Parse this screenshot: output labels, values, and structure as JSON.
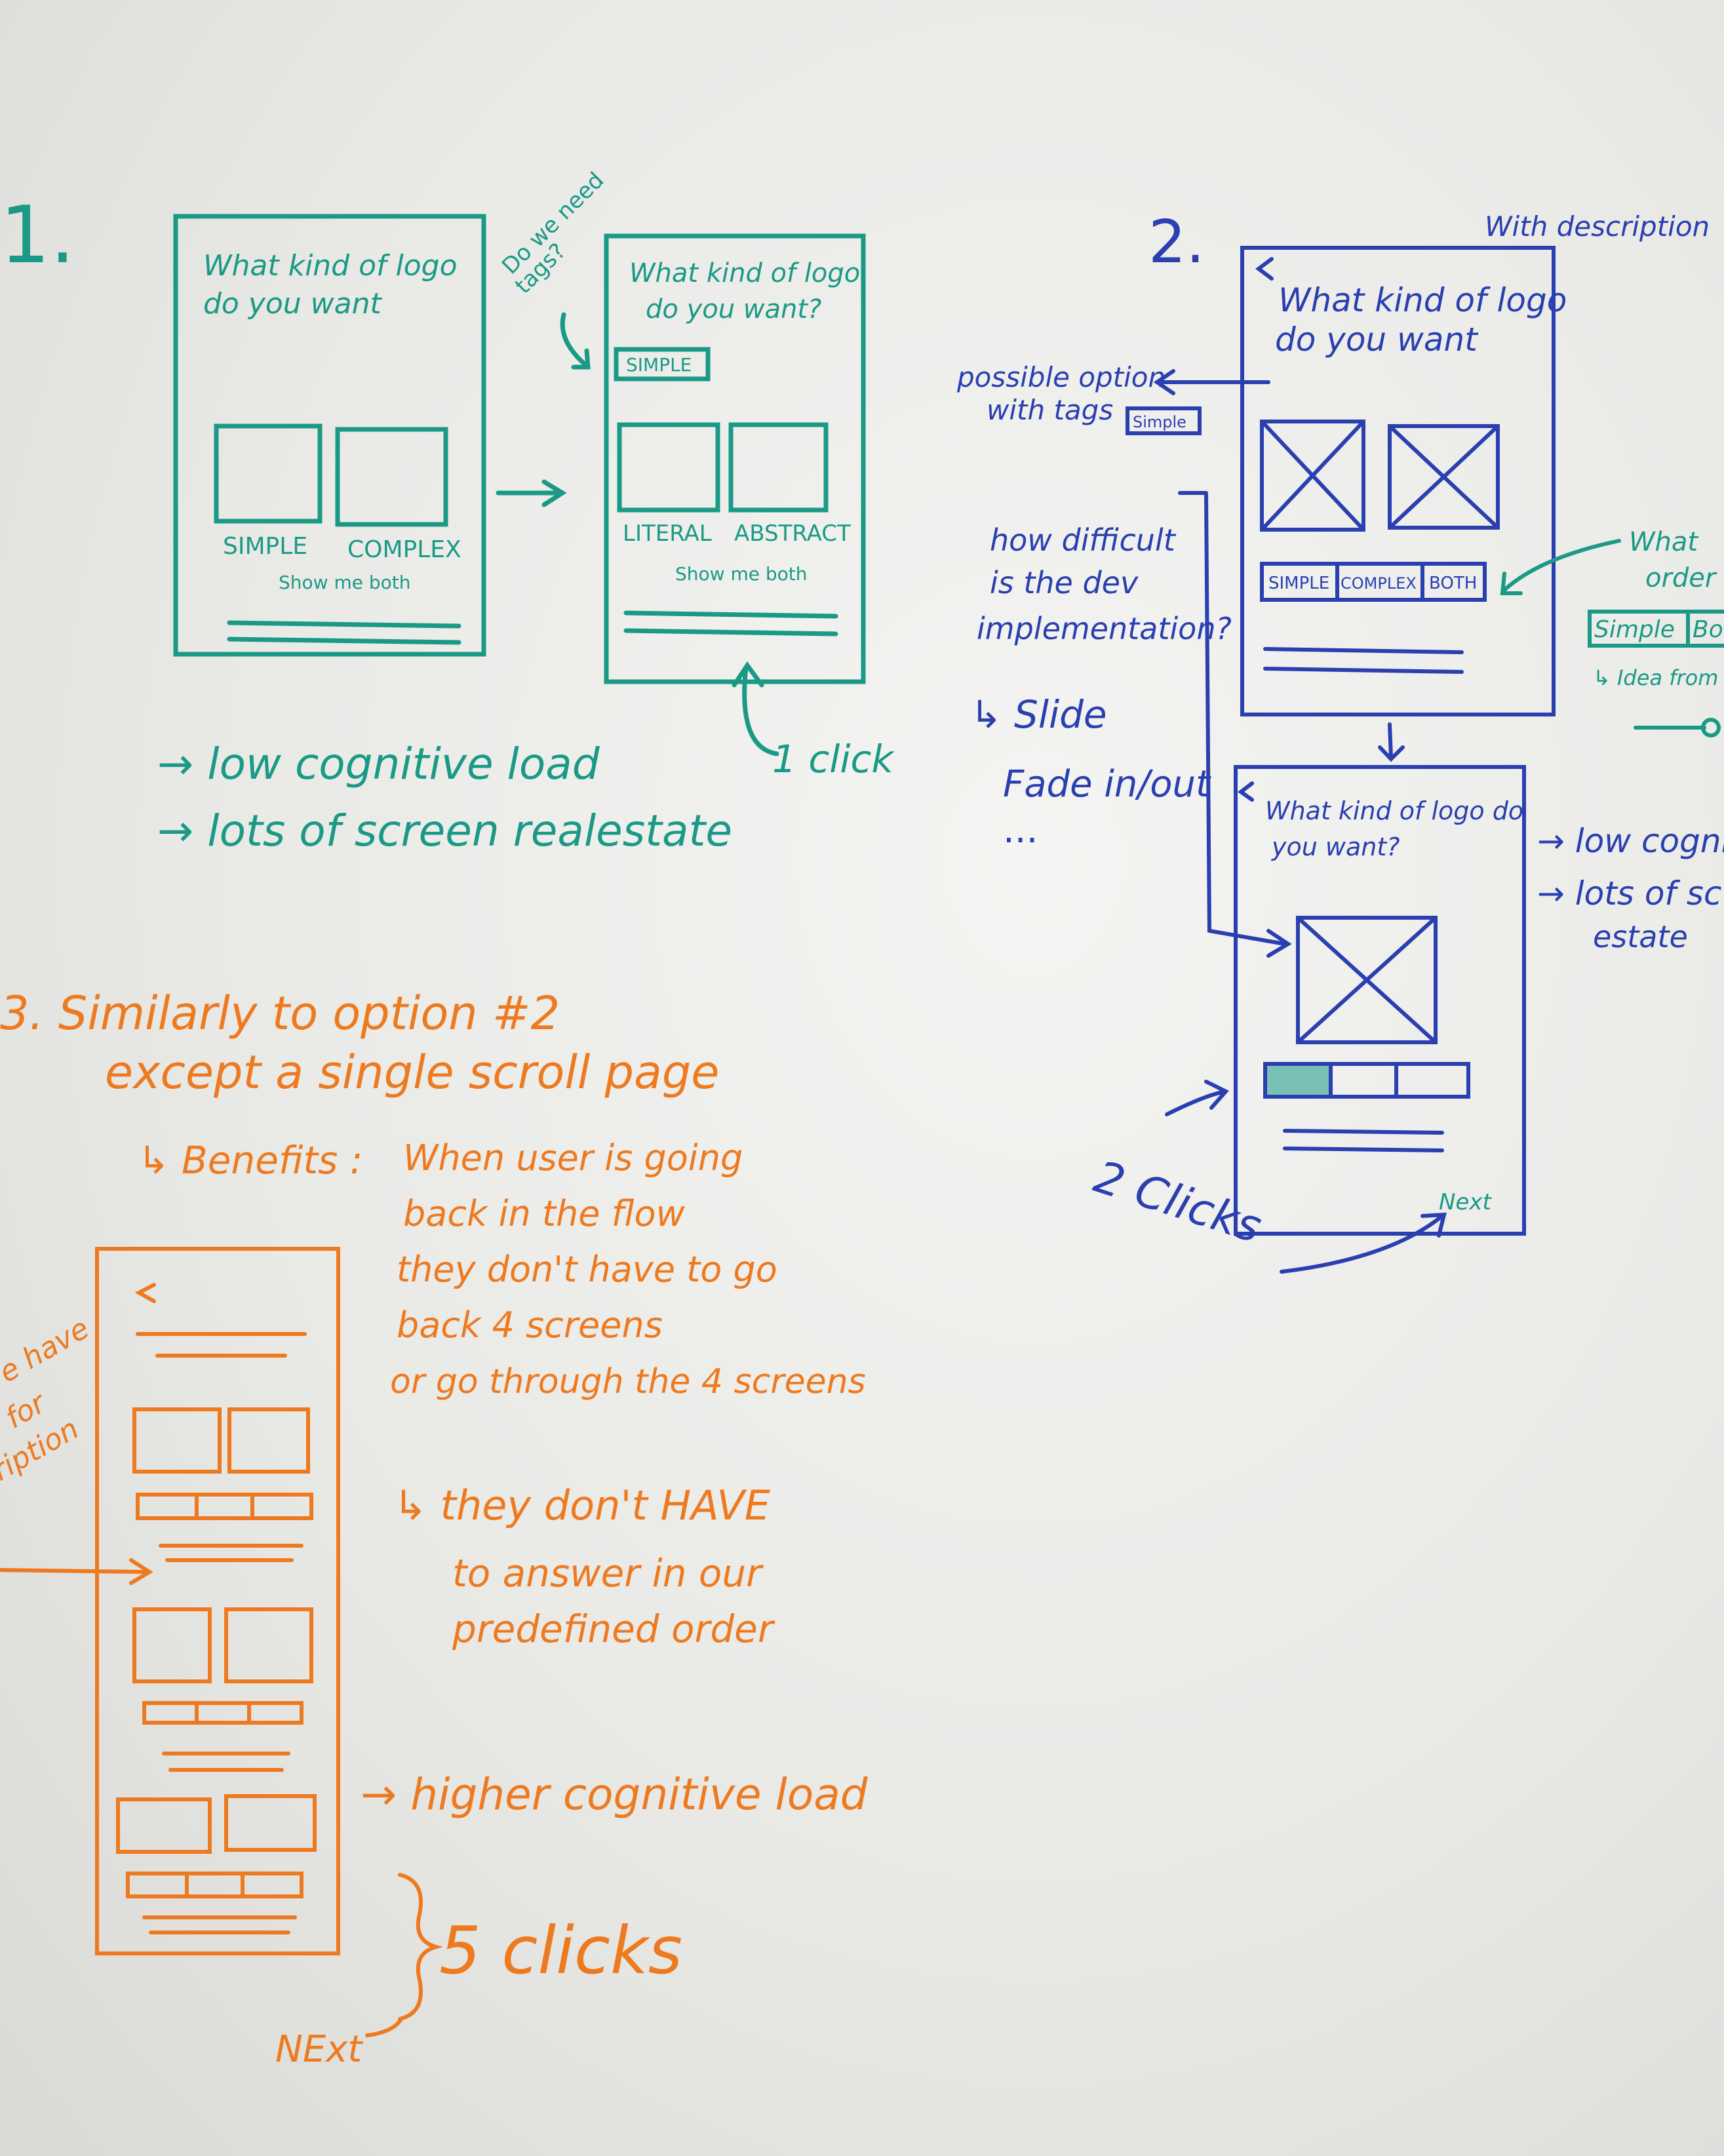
{
  "colors": {
    "board": "#ececea",
    "teal": "#1a9a86",
    "blue": "#2a3fb0",
    "orange": "#ee7a20"
  },
  "option1": {
    "number": "1.",
    "screen_a": {
      "title_line1": "What kind of logo",
      "title_line2": "do you want",
      "opt_left": "SIMPLE",
      "opt_right": "COMPLEX",
      "show_both": "Show me both"
    },
    "note_tags_line1": "Do we need",
    "note_tags_line2": "tags?",
    "screen_b": {
      "title_line1": "What kind of logo",
      "title_line2": "do you want?",
      "tag": "SIMPLE",
      "opt_left": "LITERAL",
      "opt_right": "ABSTRACT",
      "show_both": "Show me both"
    },
    "click_note": "1 click",
    "pro1": "→ low cognitive load",
    "pro2": "→ lots of screen realestate"
  },
  "option2": {
    "number": "2.",
    "with_description": "With description",
    "screen_a": {
      "title_line1": "What kind of logo",
      "title_line2": "do you want",
      "seg_1": "SIMPLE",
      "seg_2": "COMPLEX",
      "seg_3": "BOTH"
    },
    "possible_option_line1": "possible option",
    "possible_option_line2": "with tags",
    "tag": "Simple",
    "dev_q_line1": "how difficult",
    "dev_q_line2": "is the dev",
    "dev_q_line3": "implementation?",
    "anim_1": "↳ Slide",
    "anim_2": "Fade in/out",
    "anim_3": "...",
    "right_note_line1": "What",
    "right_note_line2": "order",
    "right_seg_1": "Simple",
    "right_seg_2": "Bo",
    "right_idea": "↳ Idea from",
    "screen_b": {
      "title_line1": "What kind of logo do",
      "title_line2": "you want?",
      "next": "Next"
    },
    "pro1": "→ low cognit",
    "pro2": "→ lots of sc",
    "pro3": "estate",
    "click_note": "2 Clicks"
  },
  "option3": {
    "heading_line1": "3.  Similarly to option #2",
    "heading_line2": "except a single scroll page",
    "benefits_label": "↳ Benefits :",
    "benefit_1": "When user is going",
    "benefit_2": "back in the flow",
    "benefit_3": "they don't have to go",
    "benefit_4": "back 4 screens",
    "benefit_5": "or go through the 4 screens",
    "benefit_b1": "↳ they don't HAVE",
    "benefit_b2": "to answer in our",
    "benefit_b3": "predefined order",
    "con": "→ higher cognitive load",
    "clicks": "5 clicks",
    "next": "NExt",
    "left_note_1": "e have",
    "left_note_2": "for",
    "left_note_3": "ription"
  }
}
